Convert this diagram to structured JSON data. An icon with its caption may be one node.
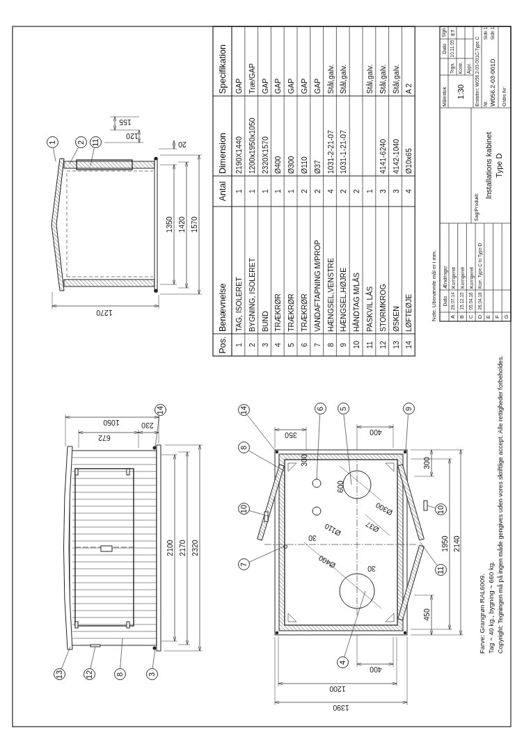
{
  "diagram": {
    "nodes": [
      {
        "text": [
          "13"
        ]
      },
      {
        "text": [
          "12"
        ]
      },
      {
        "text": [
          "8"
        ]
      },
      {
        "text": [
          "3"
        ]
      },
      {
        "text": [
          "14"
        ]
      },
      {
        "text": [
          "14"
        ]
      },
      {
        "text": [
          "8"
        ]
      },
      {
        "text": [
          "10"
        ]
      },
      {
        "text": [
          "7"
        ]
      },
      {
        "text": [
          "6"
        ]
      },
      {
        "text": [
          "5"
        ]
      },
      {
        "text": [
          "9"
        ]
      },
      {
        "text": [
          "4"
        ]
      },
      {
        "text": [
          "10"
        ]
      },
      {
        "text": [
          "11"
        ]
      },
      {
        "text": [
          "1"
        ]
      },
      {
        "text": [
          "2"
        ]
      },
      {
        "text": [
          "11"
        ]
      }
    ],
    "edges": [
      {
        "from": 0,
        "to": null,
        "arrow": "none"
      },
      {
        "from": 1,
        "to": null,
        "arrow": "none"
      },
      {
        "from": 2,
        "to": null,
        "arrow": "none"
      },
      {
        "from": 3,
        "to": null,
        "arrow": "none"
      },
      {
        "from": 4,
        "to": null,
        "arrow": "none"
      },
      {
        "from": 5,
        "to": null,
        "arrow": "none"
      },
      {
        "from": 6,
        "to": null,
        "arrow": "none"
      },
      {
        "from": 7,
        "to": null,
        "arrow": "none"
      },
      {
        "from": 8,
        "to": null,
        "arrow": "none"
      },
      {
        "from": 9,
        "to": null,
        "arrow": "none"
      },
      {
        "from": 10,
        "to": null,
        "arrow": "none"
      },
      {
        "from": 11,
        "to": null,
        "arrow": "none"
      },
      {
        "from": 12,
        "to": null,
        "arrow": "none"
      },
      {
        "from": 13,
        "to": null,
        "arrow": "none"
      },
      {
        "from": 14,
        "to": null,
        "arrow": "none"
      },
      {
        "from": 15,
        "to": null,
        "arrow": "none"
      },
      {
        "from": 16,
        "to": null,
        "arrow": "none"
      },
      {
        "from": 17,
        "to": null,
        "arrow": "none"
      }
    ],
    "labels": [
      "Pos.",
      "Benævnelse",
      "Antal",
      "Dimension",
      "Specifikation",
      "1",
      "TAG, ISOLERET",
      "1",
      "2190X1440",
      "GAP",
      "2",
      "BYGNING, ISOLERET",
      "1",
      "1200x1950x1050",
      "Træ/GAP",
      "3",
      "BUND",
      "1",
      "2320X1570",
      "GAP",
      "4",
      "TRÆKRØR",
      "1",
      "Ø400",
      "GAP",
      "5",
      "TRÆKRØR",
      "1",
      "Ø300",
      "GAP",
      "6",
      "TRÆKRØR",
      "2",
      "Ø110",
      "GAP",
      "7",
      "VANDAFTAPNING M/PROP",
      "2",
      "Ø37",
      "GAP",
      "8",
      "HÆNGSEL,VENSTRE",
      "4",
      "1031-2-21-07",
      "Stål,galv.",
      "9",
      "HÆNGSEL,HØJRE",
      "2",
      "1031-1-21-07",
      "Stål,galv.",
      "10",
      "HÅNDTAG M/LÅS",
      "2",
      "11",
      "PASKVIL LÅS",
      "1",
      "Stål,galv.",
      "12",
      "STORMKROG",
      "3",
      "4141-6240",
      "Stål,galv.",
      "13",
      "ØSKEN",
      "3",
      "4142-1040",
      "Stål,galv.",
      "14",
      "LØFTEØJE",
      "4",
      "Ø10x65",
      "A 2",
      "2100",
      "2170",
      "2320",
      "1050",
      "672",
      "230",
      "1270",
      "155",
      "120",
      "20",
      "1350",
      "1420",
      "1570",
      "350",
      "300",
      "600",
      "30",
      "Ø110",
      "Ø400",
      "30",
      "Ø37",
      "Ø300",
      "400",
      "400",
      "1200",
      "1390",
      "450",
      "300",
      "1950",
      "2140",
      "Farve: Grangrøn RAL6009.",
      "Tag ~ 40 kg., bygning ~ 660 kg.",
      "Copyright: Tegningen må på ingen måde gengives uden vores skriftlige accept. Alle rettigheder forbeholdes.",
      "Note: Ubenævnte mål er i mm.",
      "Dato",
      "Ændringer",
      "A",
      "28.07.14",
      "Korrigeret",
      "B",
      "15.12.15",
      "Korrigeret",
      "C",
      "05.04.16",
      "Korrigeret",
      "D",
      "26.04.18",
      "Korr. Type C to Type D",
      "E",
      "F",
      "G",
      "Sag/Produkt:",
      "Installations kabinet",
      "Type D",
      "Målestok",
      "Dato",
      "Sign",
      "Tegn.",
      "10.11.05",
      "ET",
      "Kontr.",
      "1:30",
      "Appr.",
      "Erstatter: W056.2-03-001C-Type C",
      "Nr.",
      "Side 1",
      "W056.2-03-001D",
      "Side 1",
      "Ordre Nr:"
    ]
  }
}
